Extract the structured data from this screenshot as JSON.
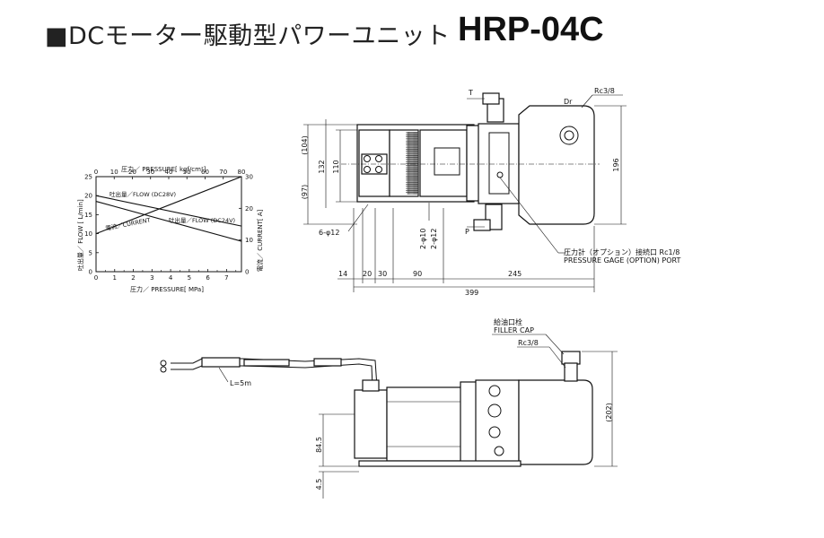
{
  "header": {
    "title": "■DCモーター駆動型パワーユニット",
    "model": "HRP-04C"
  },
  "chart_data": {
    "type": "line",
    "title": "",
    "x_top_label": "圧力／ PRESSURE[ kgf/cm²]",
    "x_top_ticks": [
      "0",
      "10",
      "20",
      "30",
      "40",
      "50",
      "60",
      "70",
      "80"
    ],
    "x_bottom_label": "圧力／ PRESSURE[ MPa]",
    "x_bottom_ticks": [
      "0",
      "1",
      "2",
      "3",
      "4",
      "5",
      "6",
      "7"
    ],
    "y_left_label": "吐出量／ FLOW [ L/min]",
    "y_left_ticks": [
      "0",
      "5",
      "10",
      "15",
      "20",
      "25"
    ],
    "y_right_label": "電流／ CURRENT[ A]",
    "y_right_ticks": [
      "0",
      "10",
      "20",
      "30"
    ],
    "xlim": [
      0,
      7.8
    ],
    "ylim_left": [
      0,
      25
    ],
    "ylim_right": [
      0,
      30
    ],
    "series": [
      {
        "name": "吐出量／FLOW (DC28V)",
        "axis": "left",
        "x": [
          0,
          7.8
        ],
        "y": [
          20,
          12
        ]
      },
      {
        "name": "吐出量／FLOW (DC24V)",
        "axis": "left",
        "x": [
          0,
          7.8
        ],
        "y": [
          18.5,
          8
        ]
      },
      {
        "name": "電流／CURRENT",
        "axis": "right",
        "x": [
          0,
          7.8
        ],
        "y": [
          12,
          30
        ]
      }
    ]
  },
  "drawing": {
    "top_view": {
      "port_T": "T",
      "port_P": "P",
      "port_Dr": "Dr",
      "rc_top": "Rc3/8",
      "dim_104": "(104)",
      "dim_132": "132",
      "dim_110": "110",
      "dim_97": "(97)",
      "dim_196": "196",
      "dim_6phi12": "6-φ12",
      "dim_2phi10": "2-φ10",
      "dim_2phi12": "2-φ12",
      "dim_14": "14",
      "dim_20": "20",
      "dim_30": "30",
      "dim_90": "90",
      "dim_245": "245",
      "dim_399": "399",
      "gauge_port_jp": "圧力計（オプション）接続口 Rc1/8",
      "gauge_port_en": "PRESSURE GAGE (OPTION) PORT"
    },
    "side_view": {
      "filler_cap_jp": "給油口栓",
      "filler_cap_en": "FILLER CAP",
      "rc_side": "Rc3/8",
      "cable_length": "L=5m",
      "dim_202": "(202)",
      "dim_84_5": "84.5",
      "dim_4_5": "4.5"
    }
  }
}
